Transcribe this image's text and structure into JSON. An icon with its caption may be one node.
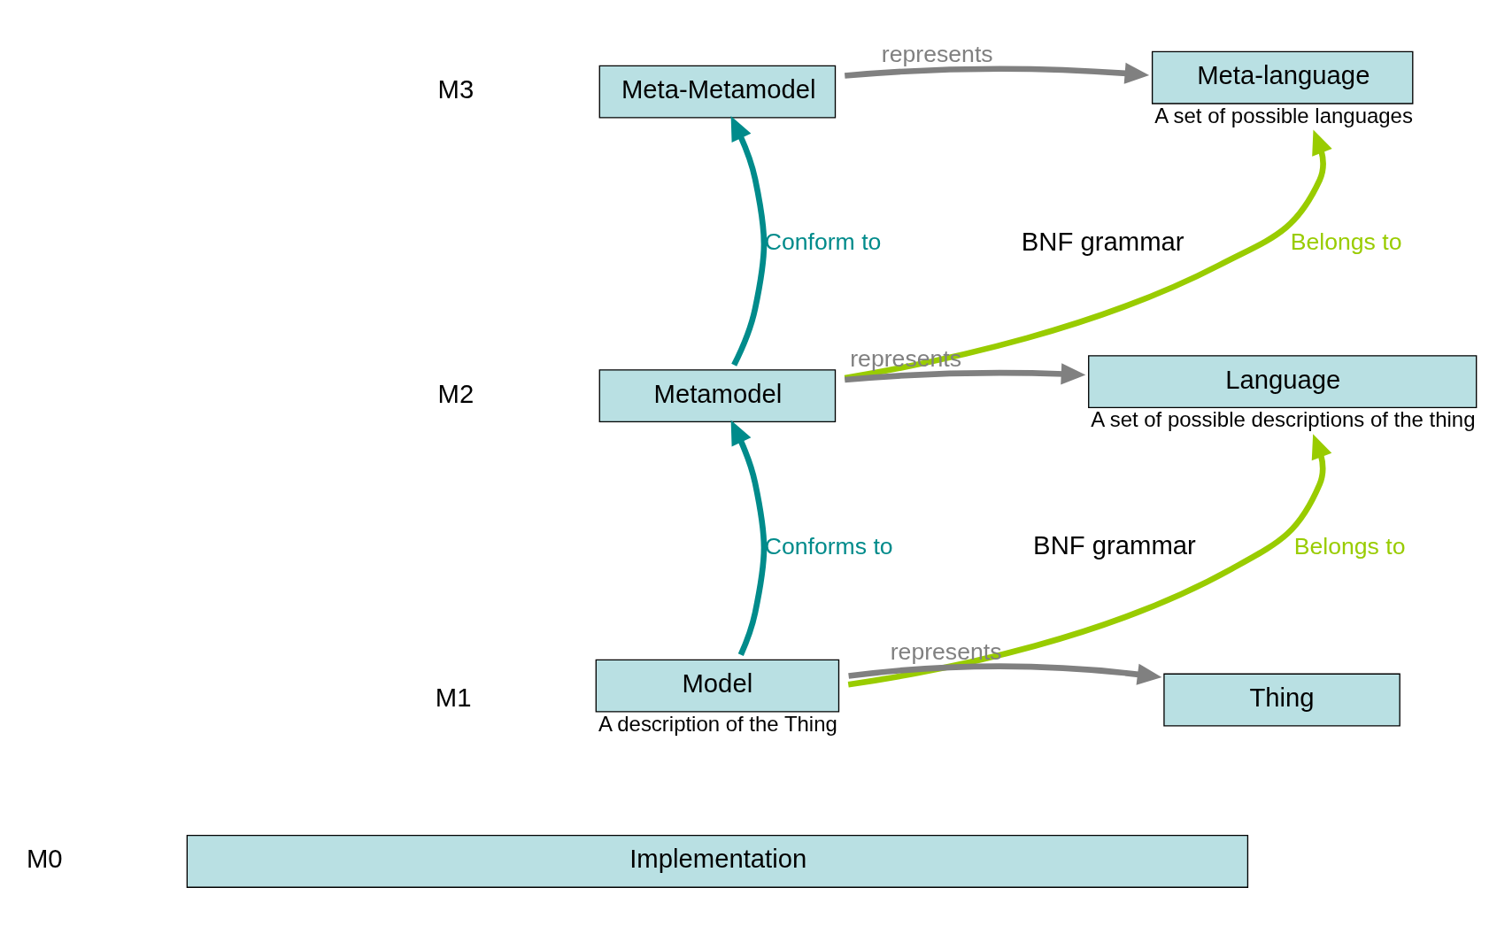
{
  "diagram": {
    "nodes": [
      {
        "text": [
          "Meta-Metamodel"
        ]
      },
      {
        "text": [
          "Meta-language"
        ],
        "beside": [
          "A set of possible languages"
        ]
      },
      {
        "text": [
          "Metamodel"
        ]
      },
      {
        "text": [
          "Language"
        ],
        "beside": [
          "A set of possible descriptions of the thing"
        ]
      },
      {
        "text": [
          "Model"
        ],
        "beside": [
          "A description of the Thing"
        ]
      },
      {
        "text": [
          "Thing"
        ]
      },
      {
        "text": [
          "Implementation"
        ]
      }
    ],
    "edges": [
      {
        "from": 0,
        "to": 1,
        "arrow": "to",
        "label": "represents",
        "color": "#808080"
      },
      {
        "from": 2,
        "to": 0,
        "arrow": "to",
        "label": "Conform to",
        "color": "#008b8b"
      },
      {
        "from": 2,
        "to": 1,
        "arrow": "to",
        "label": "Belongs to",
        "color": "#99cc00"
      },
      {
        "from": 2,
        "to": 3,
        "arrow": "to",
        "label": "represents",
        "color": "#808080"
      },
      {
        "from": 4,
        "to": 2,
        "arrow": "to",
        "label": "Conforms to",
        "color": "#008b8b"
      },
      {
        "from": 4,
        "to": 3,
        "arrow": "to",
        "label": "Belongs to",
        "color": "#99cc00"
      },
      {
        "from": 4,
        "to": 5,
        "arrow": "to",
        "label": "represents",
        "color": "#808080"
      }
    ],
    "labels": [
      "M3",
      "BNF grammar",
      "M2",
      "BNF grammar",
      "M1",
      "M0"
    ]
  }
}
